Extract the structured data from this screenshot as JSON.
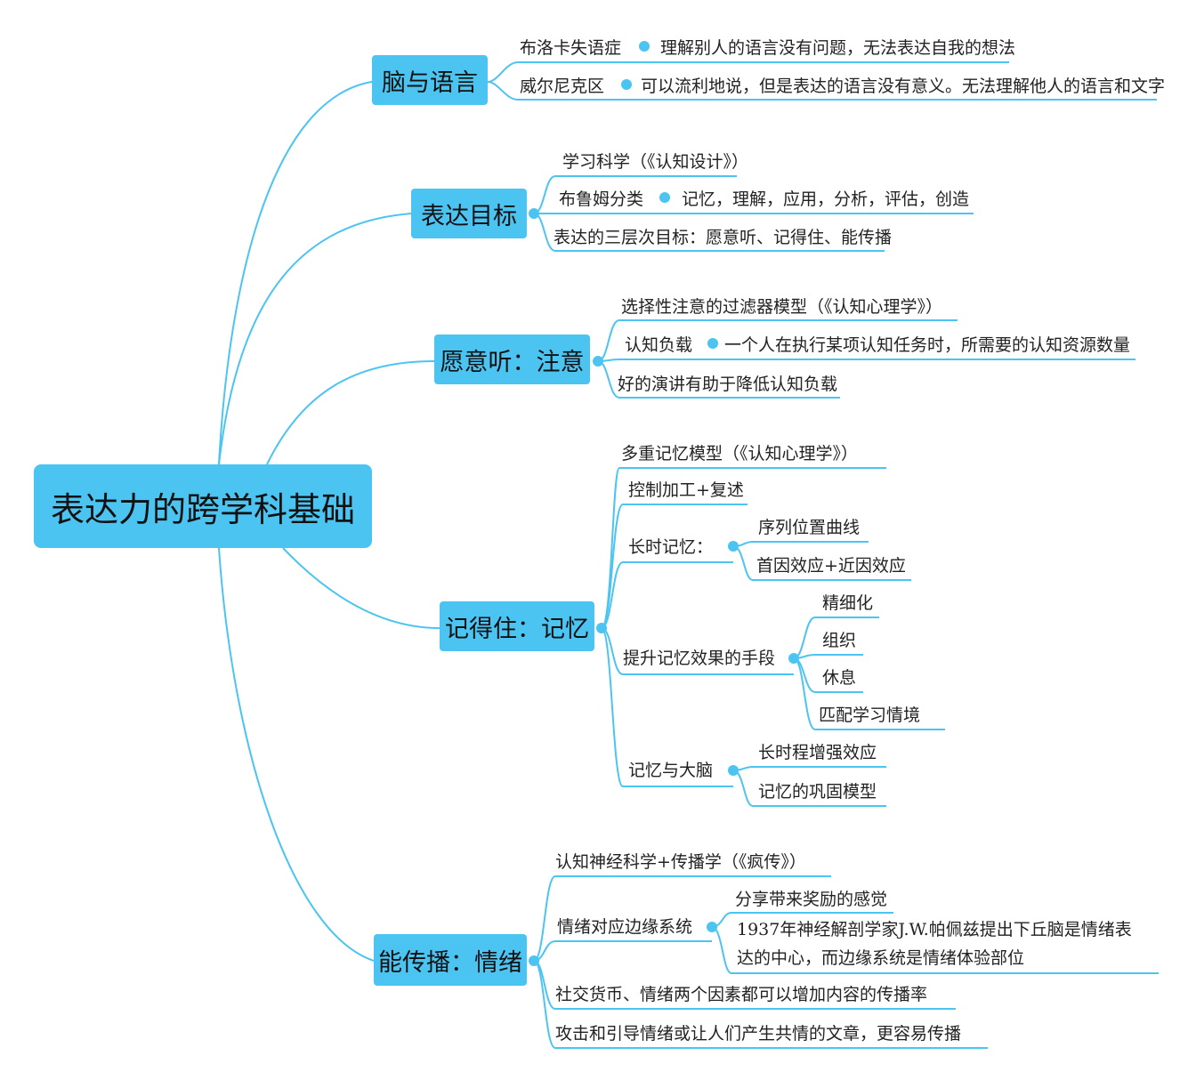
{
  "root": "表达力的跨学科基础",
  "colors": {
    "accent": "#4cc4f2",
    "text": "#222222"
  },
  "branches": {
    "brain": {
      "label": "脑与语言",
      "broca": {
        "label": "布洛卡失语症",
        "detail": "理解别人的语言没有问题，无法表达自我的想法"
      },
      "wernicke": {
        "label": "威尔尼克区",
        "detail": "可以流利地说，但是表达的语言没有意义。无法理解他人的语言和文字"
      }
    },
    "goal": {
      "label": "表达目标",
      "learning": "学习科学（《认知设计》）",
      "bloom": {
        "label": "布鲁姆分类",
        "detail": "记忆，理解，应用，分析，评估，创造"
      },
      "three_levels": "表达的三层次目标：愿意听、记得住、能传播"
    },
    "attention": {
      "label": "愿意听：注意",
      "filter": "选择性注意的过滤器模型（《认知心理学》）",
      "load": {
        "label": "认知负载",
        "detail": "一个人在执行某项认知任务时，所需要的认知资源数量"
      },
      "speech": "好的演讲有助于降低认知负载"
    },
    "memory": {
      "label": "记得住：记忆",
      "multi": "多重记忆模型（《认知心理学》）",
      "control": "控制加工+复述",
      "long_term": {
        "label": "长时记忆：",
        "items": [
          "序列位置曲线",
          "首因效应+近因效应"
        ]
      },
      "improve": {
        "label": "提升记忆效果的手段",
        "items": [
          "精细化",
          "组织",
          "休息",
          "匹配学习情境"
        ]
      },
      "brain": {
        "label": "记忆与大脑",
        "items": [
          "长时程增强效应",
          "记忆的巩固模型"
        ]
      }
    },
    "spread": {
      "label": "能传播：情绪",
      "neuro": "认知神经科学+传播学（《疯传》）",
      "limbic": {
        "label": "情绪对应边缘系统",
        "items": [
          "分享带来奖励的感觉",
          "1937年神经解剖学家J.W.帕佩兹提出下丘脑是情绪表",
          "达的中心，而边缘系统是情绪体验部位"
        ]
      },
      "social": "社交货币、情绪两个因素都可以增加内容的传播率",
      "attack": "攻击和引导情绪或让人们产生共情的文章，更容易传播"
    }
  }
}
